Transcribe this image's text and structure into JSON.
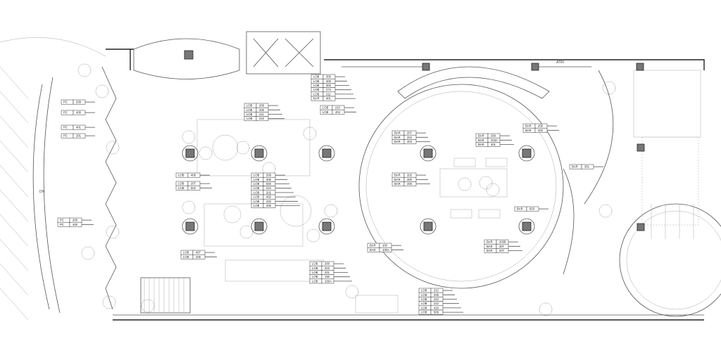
{
  "notes": {
    "atrium": "ATRI",
    "stair_down": "DN"
  },
  "tag_groups": [
    {
      "zone": "pc-1",
      "tags": [
        {
          "code": "PC",
          "num": "209"
        }
      ]
    },
    {
      "zone": "pc-2",
      "tags": [
        {
          "code": "PC",
          "num": "400"
        }
      ]
    },
    {
      "zone": "pc-3",
      "tags": [
        {
          "code": "PC",
          "num": "401"
        }
      ]
    },
    {
      "zone": "pc-4",
      "tags": [
        {
          "code": "PC",
          "num": "201"
        }
      ]
    },
    {
      "zone": "pc-5",
      "tags": [
        {
          "code": "PC",
          "num": "205"
        },
        {
          "code": "PC",
          "num": "400"
        }
      ]
    },
    {
      "zone": "lobby-north",
      "tags": [
        {
          "code": "LOB",
          "num": "300"
        },
        {
          "code": "LOB",
          "num": "300"
        },
        {
          "code": "LOB",
          "num": "303"
        },
        {
          "code": "LOB",
          "num": "274"
        },
        {
          "code": "LOB",
          "num": "211"
        },
        {
          "code": "BAR",
          "num": "401"
        }
      ]
    },
    {
      "zone": "lobby-a",
      "tags": [
        {
          "code": "LOB",
          "num": "209"
        },
        {
          "code": "LOB",
          "num": "406"
        },
        {
          "code": "LOB",
          "num": "411"
        },
        {
          "code": "LOB",
          "num": "210"
        }
      ]
    },
    {
      "zone": "lobby-b",
      "tags": [
        {
          "code": "LOB",
          "num": "210"
        },
        {
          "code": "LOB",
          "num": "404"
        }
      ]
    },
    {
      "zone": "lobby-c",
      "tags": [
        {
          "code": "LOB",
          "num": "406"
        }
      ]
    },
    {
      "zone": "lobby-d",
      "tags": [
        {
          "code": "LOB",
          "num": "207"
        },
        {
          "code": "LOB",
          "num": "502"
        }
      ]
    },
    {
      "zone": "lobby-e",
      "tags": [
        {
          "code": "LOB",
          "num": "407"
        },
        {
          "code": "LOB",
          "num": "206"
        }
      ]
    },
    {
      "zone": "lobby-f",
      "tags": [
        {
          "code": "LOB",
          "num": "209"
        },
        {
          "code": "LOB",
          "num": "405"
        },
        {
          "code": "LOB",
          "num": "500"
        },
        {
          "code": "LOB",
          "num": "224"
        },
        {
          "code": "LOB",
          "num": "202"
        },
        {
          "code": "LOB",
          "num": "402"
        },
        {
          "code": "LOB",
          "num": "203"
        },
        {
          "code": "LOB",
          "num": "406"
        }
      ]
    },
    {
      "zone": "lobby-g",
      "tags": [
        {
          "code": "LOB",
          "num": "200"
        },
        {
          "code": "LOB",
          "num": "403"
        },
        {
          "code": "LOB",
          "num": "201"
        },
        {
          "code": "LOB",
          "num": "150"
        },
        {
          "code": "LOB",
          "num": "100A"
        }
      ]
    },
    {
      "zone": "lobby-h",
      "tags": [
        {
          "code": "LOB",
          "num": "212"
        },
        {
          "code": "LOB",
          "num": "205"
        },
        {
          "code": "LOB",
          "num": "412"
        },
        {
          "code": "LOB",
          "num": "212"
        },
        {
          "code": "LOB",
          "num": "410"
        },
        {
          "code": "LOB",
          "num": "509"
        }
      ]
    },
    {
      "zone": "bar-a",
      "tags": [
        {
          "code": "BAR",
          "num": "207"
        },
        {
          "code": "BAR",
          "num": "204"
        },
        {
          "code": "BAR",
          "num": "403"
        }
      ]
    },
    {
      "zone": "bar-b",
      "tags": [
        {
          "code": "BAR",
          "num": "209"
        },
        {
          "code": "BAR",
          "num": "203A"
        },
        {
          "code": "BAR",
          "num": "401"
        }
      ]
    },
    {
      "zone": "bar-c",
      "tags": [
        {
          "code": "BAR",
          "num": "205"
        },
        {
          "code": "BAR",
          "num": "402"
        }
      ]
    },
    {
      "zone": "bar-d",
      "tags": [
        {
          "code": "BAR",
          "num": "301"
        }
      ]
    },
    {
      "zone": "bar-e",
      "tags": [
        {
          "code": "BAR",
          "num": "202"
        },
        {
          "code": "BAR",
          "num": "300"
        },
        {
          "code": "BAR",
          "num": "405"
        }
      ]
    },
    {
      "zone": "bar-f",
      "tags": [
        {
          "code": "BAR",
          "num": "503"
        }
      ]
    },
    {
      "zone": "bar-g",
      "tags": [
        {
          "code": "BAR",
          "num": "100"
        },
        {
          "code": "BAR",
          "num": "100A"
        }
      ]
    },
    {
      "zone": "bar-h",
      "tags": [
        {
          "code": "BAR",
          "num": "203B"
        },
        {
          "code": "BAR",
          "num": "307"
        },
        {
          "code": "BAR",
          "num": "207"
        }
      ]
    }
  ]
}
